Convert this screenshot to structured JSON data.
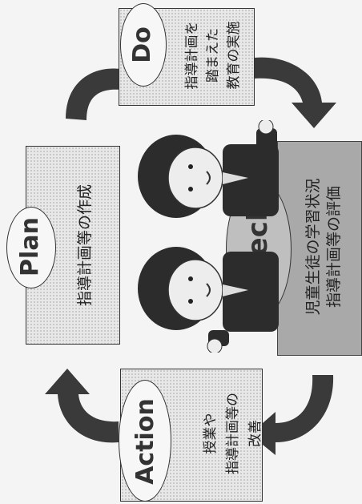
{
  "stages": {
    "plan": {
      "label": "Plan",
      "text": "指導計画等の作成"
    },
    "do": {
      "label": "Do",
      "line1": "指導計画を",
      "line2": "踏まえた",
      "line3": "教育の実施"
    },
    "check": {
      "label": "Check",
      "line1": "児童生徒の学習状況",
      "line2": "指導計画等の評価"
    },
    "action": {
      "label": "Action",
      "line1": "授業や",
      "line2": "指導計画等の",
      "line3": "改善"
    }
  },
  "colors": {
    "arrow": "#3a3a3a",
    "box": "#e6e6e6",
    "checkBox": "#a9a9a9"
  }
}
